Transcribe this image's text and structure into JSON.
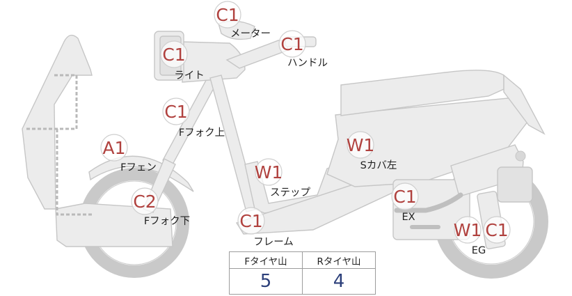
{
  "parts": {
    "meter": {
      "code": "C1",
      "label": "メーター"
    },
    "handle": {
      "code": "C1",
      "label": "ハンドル"
    },
    "light": {
      "code": "C1",
      "label": "ライト"
    },
    "fork_upper": {
      "code": "C1",
      "label": "Fフォク上"
    },
    "f_fender": {
      "code": "A1",
      "label": "Fフェン"
    },
    "fork_lower": {
      "code": "C2",
      "label": "Fフォク下"
    },
    "step": {
      "code": "W1",
      "label": "ステップ"
    },
    "s_cover_left": {
      "code": "W1",
      "label": "Sカバ左"
    },
    "frame": {
      "code": "C1",
      "label": "フレーム"
    },
    "exhaust": {
      "code": "C1",
      "label": "EX"
    },
    "engine": {
      "codes": [
        "W1",
        "C1"
      ],
      "label": "EG"
    }
  },
  "tire_tread": {
    "front_label": "Fタイヤ山",
    "rear_label": "Rタイヤ山",
    "front_value": "5",
    "rear_value": "4"
  },
  "colors": {
    "code_text": "#b0413e",
    "value_text": "#2c3f7a",
    "body_fill": "#ececec",
    "outline": "#c6c6c6"
  }
}
